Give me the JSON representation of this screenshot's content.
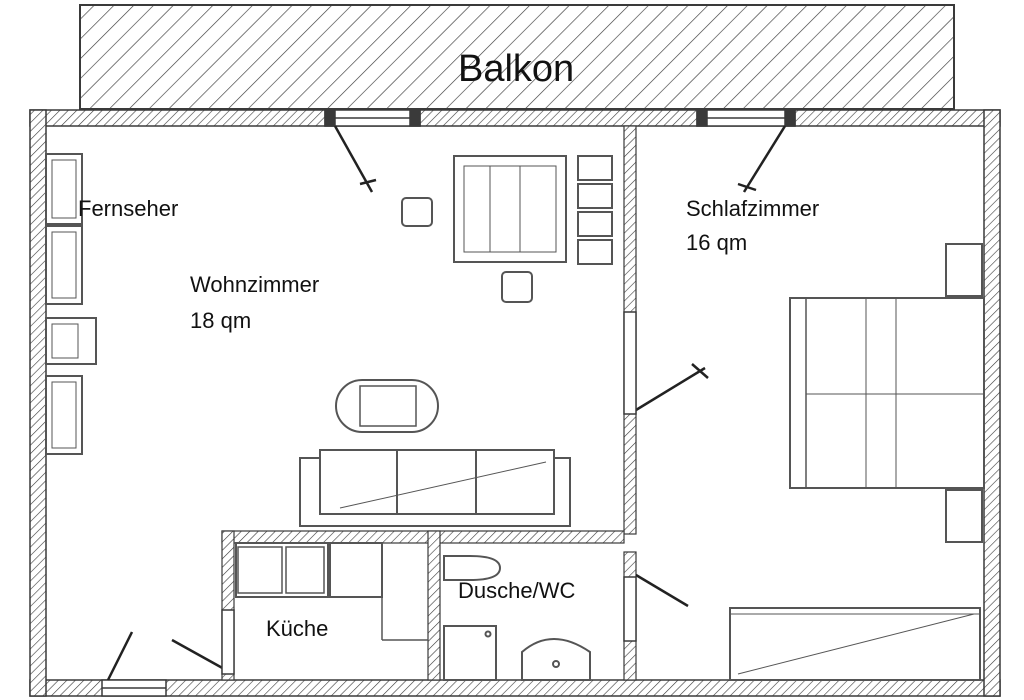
{
  "plan": {
    "balcony": "Balkon",
    "rooms": {
      "living": {
        "name": "Wohnzimmer",
        "area": "18 qm"
      },
      "bedroom": {
        "name": "Schlafzimmer",
        "area": "16 qm"
      },
      "kitchen": {
        "name": "Küche"
      },
      "bath": {
        "name": "Dusche/WC"
      }
    },
    "tv": "Fernseher"
  },
  "colors": {
    "line": "#3a3a3a",
    "wall_fill": "#ffffff"
  }
}
